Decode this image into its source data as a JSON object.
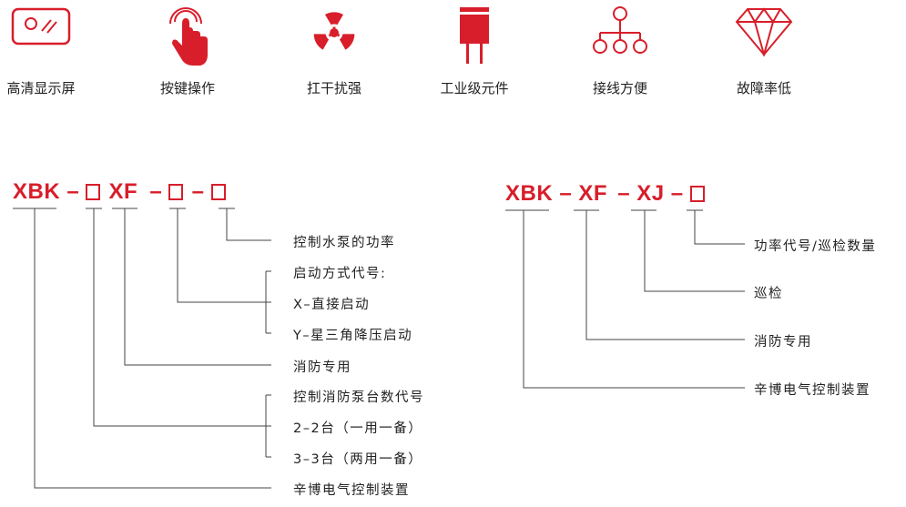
{
  "features": [
    {
      "icon": "display-screen-icon",
      "label": "高清显示屏"
    },
    {
      "icon": "touch-hand-icon",
      "label": "按键操作"
    },
    {
      "icon": "radiation-icon",
      "label": "扛干扰强"
    },
    {
      "icon": "component-icon",
      "label": "工业级元件"
    },
    {
      "icon": "network-icon",
      "label": "接线方便"
    },
    {
      "icon": "diamond-icon",
      "label": "故障率低"
    }
  ],
  "accent_color": "#d81e2a",
  "left_code": {
    "p1": "XBK",
    "d1": "–",
    "p2": "XF",
    "d2": "–",
    "d3": "–",
    "labels": {
      "power": "控制水泵的功率",
      "start_title": "启动方式代号:",
      "start_x": "X–直接启动",
      "start_y": "Y–星三角降压启动",
      "fire": "消防专用",
      "pump_title": "控制消防泵台数代号",
      "pump_2": "2–2台（一用一备）",
      "pump_3": "3–3台（两用一备）",
      "device": "辛博电气控制装置"
    }
  },
  "right_code": {
    "p1": "XBK",
    "d1": "–",
    "p2": "XF",
    "d2": "–",
    "p3": "XJ",
    "d3": "–",
    "labels": {
      "power": "功率代号/巡检数量",
      "patrol": "巡检",
      "fire": "消防专用",
      "device": "辛博电气控制装置"
    }
  }
}
